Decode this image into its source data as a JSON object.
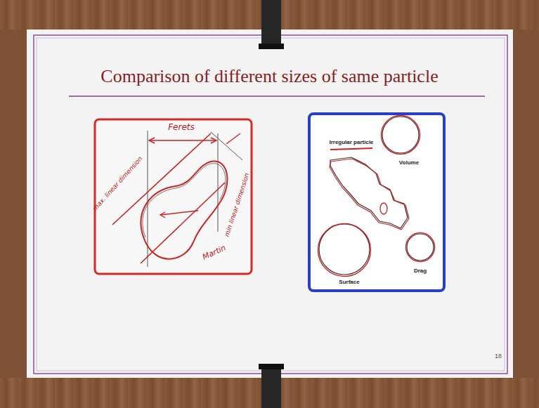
{
  "diagram": {
    "title": "Comparison of different sizes of same particle",
    "nodes": [
      {
        "text": [
          "Ferets",
          "max. linear dimension",
          "min linear dimension",
          "Martin"
        ]
      },
      {
        "text": [
          "Irregular particle",
          "Volume",
          "Surface",
          "Drag"
        ]
      }
    ],
    "labels": [
      "18"
    ]
  }
}
